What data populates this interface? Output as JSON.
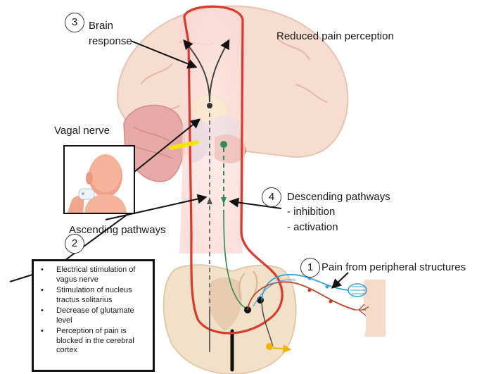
{
  "labels": {
    "brain_response": [
      "Brain",
      "response"
    ],
    "reduced_pain": "Reduced pain perception",
    "vagal_nerve": "Vagal nerve",
    "ascending": "Ascending pathways",
    "descending": [
      "Descending pathways",
      "- inhibition",
      "- activation"
    ],
    "peripheral": "Pain from peripheral structures"
  },
  "step_numbers": [
    "1",
    "2",
    "3",
    "4"
  ],
  "info_list": [
    "Electrical stimulation of vagus nerve",
    "Stimulation of nucleus tractus solitarius",
    "Decrease of glutamate level",
    "Perception of pain is blocked in the cerebral cortex"
  ],
  "colors": {
    "pathway_outline": "#d93a2b",
    "descending_path": "#2e8b57",
    "ascending_path": "#555555",
    "peripheral_nerve_blue": "#3aa0d8",
    "peripheral_nerve_red": "#c0452a",
    "stimulation_marker": "#f2e600",
    "output_marker": "#f0b400"
  },
  "icons": {
    "head": "head-silhouette-icon",
    "device": "vagus-stimulator-device-icon"
  }
}
